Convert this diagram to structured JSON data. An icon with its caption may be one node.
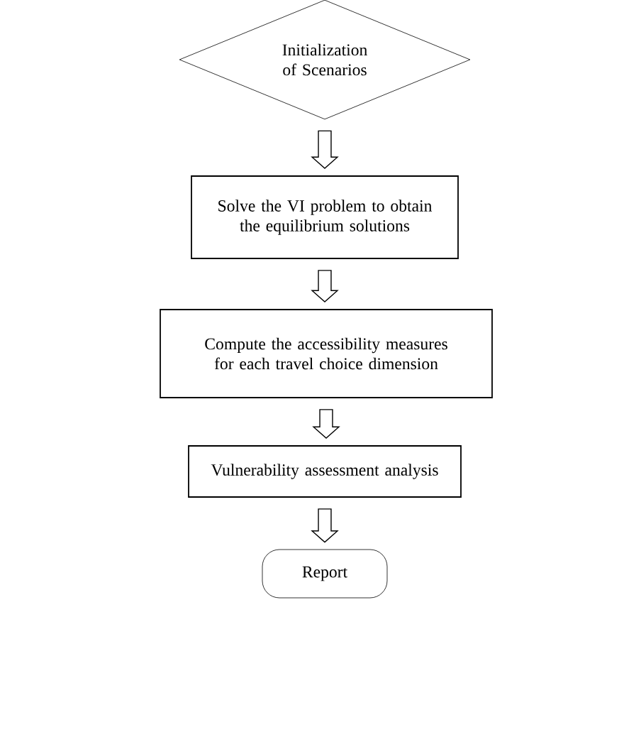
{
  "diagram": {
    "nodes": [
      {
        "text": [
          "Initialization of Scenarios"
        ]
      },
      {
        "text": [
          "Solve the VI problem to obtain the equilibrium solutions"
        ]
      },
      {
        "text": [
          "Compute the accessibility measures for each travel choice dimension"
        ]
      },
      {
        "text": [
          "Vulnerability assessment analysis"
        ]
      },
      {
        "text": [
          "Report"
        ]
      }
    ],
    "edges": [
      {
        "from": 0,
        "to": 1,
        "arrow": "to"
      },
      {
        "from": 1,
        "to": 2,
        "arrow": "to"
      },
      {
        "from": 2,
        "to": 3,
        "arrow": "to"
      },
      {
        "from": 3,
        "to": 4,
        "arrow": "to"
      }
    ]
  }
}
